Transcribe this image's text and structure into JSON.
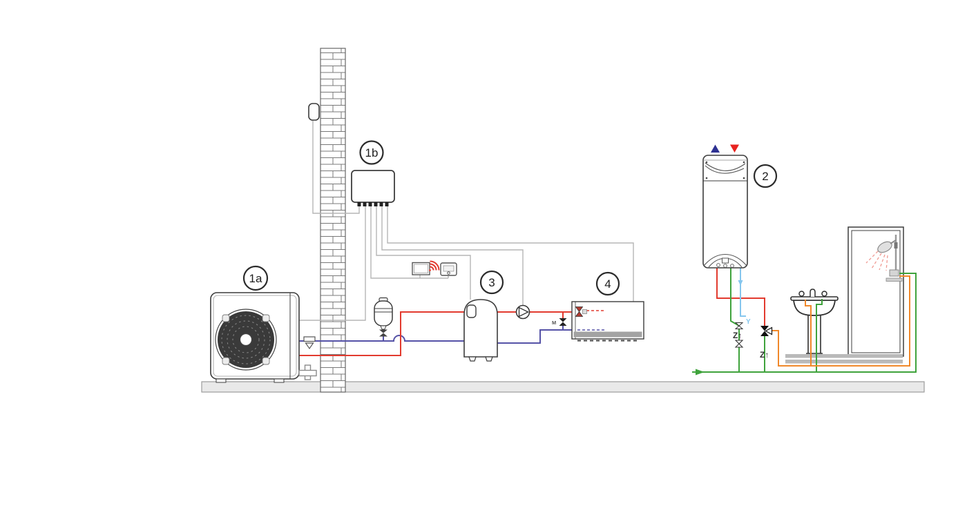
{
  "component_labels": {
    "outdoor_unit": "1a",
    "indoor_control_unit": "1b",
    "dhw_heat_pump_tank": "2",
    "buffer_tank": "3",
    "fan_coil_unit": "4"
  },
  "pipe_annotations": {
    "shutoff_valve_symbol": "Z↑",
    "condensate_drain_symbol": "Y",
    "motorized_valve_symbol": "M"
  },
  "colors": {
    "hot": "#e23a2e",
    "return": "#5552a7",
    "cold": "#3fa33c",
    "mixed": "#f0882a",
    "condensate": "#85c6ee",
    "wire": "#b5b5b5",
    "outline": "#3c3c3c",
    "spray": "#f09a92",
    "tri-blue": "#2e3192",
    "tri-red": "#e8231f",
    "floor-fill": "#e9e9e9",
    "floor-stroke": "#9b9b9b",
    "bar-gray": "#b9b9b9"
  }
}
